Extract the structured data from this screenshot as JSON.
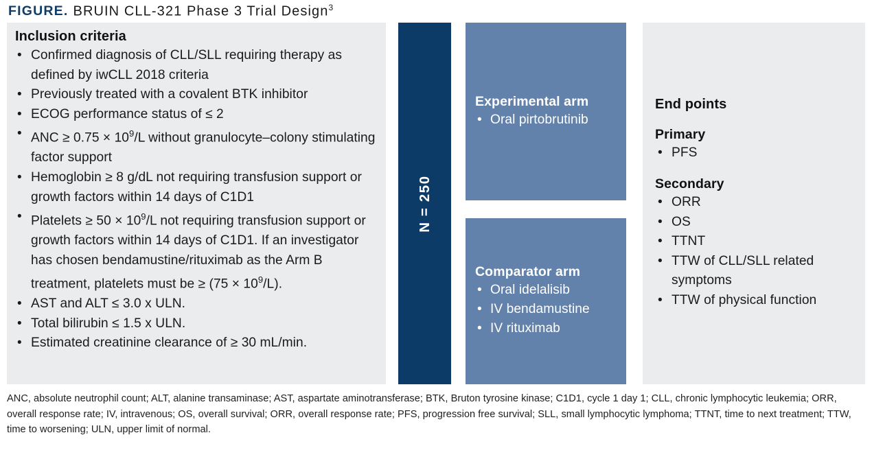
{
  "title": {
    "label": "FIGURE.",
    "text": "BRUIN CLL-321 Phase 3 Trial Design",
    "superscript": "3"
  },
  "colors": {
    "navy": "#0b3b66",
    "arm_blue": "#6281ab",
    "panel_grey": "#ebecee",
    "title_navy": "#0f3d69",
    "text": "#1a1a1a"
  },
  "inclusion": {
    "heading": "Inclusion criteria",
    "items": [
      "Confirmed diagnosis of CLL/SLL requiring therapy as defined by iwCLL 2018 criteria",
      "Previously treated with a covalent BTK inhibitor",
      "ECOG performance status of ≤ 2",
      "ANC ≥ 0.75 × 10⁹/L without granulocyte–colony stimulating factor support",
      "Hemoglobin ≥ 8 g/dL not requiring transfusion support or growth factors within 14 days of C1D1",
      "Platelets ≥ 50 × 10⁹/L not requiring transfusion support or growth factors within 14 days of C1D1. If an investigator has chosen bendamustine/rituximab as the Arm B treatment, platelets must be ≥ (75 × 10⁹/L).",
      "AST and ALT ≤ 3.0 x ULN.",
      "Total bilirubin ≤ 1.5 x ULN.",
      "Estimated creatinine clearance of ≥ 30 mL/min."
    ],
    "items_html": [
      "Confirmed diagnosis of CLL/SLL requiring therapy as defined by iwCLL 2018 criteria",
      "Previously treated with a covalent BTK inhibitor",
      "ECOG performance status of ≤ 2",
      "ANC ≥ 0.75 × 10<sup>9</sup>/L without granulocyte–colony stimulating factor support",
      "Hemoglobin ≥ 8 g/dL not requiring transfusion support or growth factors within 14 days of C1D1",
      "Platelets ≥ 50 × 10<sup>9</sup>/L not requiring transfusion support or growth factors within 14 days of C1D1. If an investigator has chosen bendamustine/rituximab as the Arm B treatment, platelets must be ≥ (75 × 10<sup>9</sup>/L).",
      "AST and ALT ≤ 3.0 x ULN.",
      "Total bilirubin ≤ 1.5 x ULN.",
      "Estimated creatinine clearance of ≥ 30 mL/min."
    ]
  },
  "randomization": {
    "label": "N = 250"
  },
  "arms": [
    {
      "title": "Experimental arm",
      "items": [
        "Oral pirtobrutinib"
      ]
    },
    {
      "title": "Comparator arm",
      "items": [
        "Oral idelalisib",
        "IV bendamustine",
        "IV rituximab"
      ]
    }
  ],
  "endpoints": {
    "heading": "End points",
    "primary_label": "Primary",
    "primary": [
      "PFS"
    ],
    "secondary_label": "Secondary",
    "secondary": [
      "ORR",
      "OS",
      "TTNT",
      "TTW of CLL/SLL related symptoms",
      "TTW of physical function"
    ]
  },
  "footnote": "ANC, absolute neutrophil count; ALT, alanine transaminase; AST, aspartate aminotransferase; BTK, Bruton tyrosine kinase; C1D1, cycle 1 day 1; CLL, chronic lymphocytic leukemia; ORR, overall response rate; IV, intravenous; OS, overall survival; ORR, overall response rate; PFS, progression free survival; SLL, small lymphocytic lymphoma; TTNT, time to next treatment; TTW, time to worsening; ULN, upper limit of normal."
}
